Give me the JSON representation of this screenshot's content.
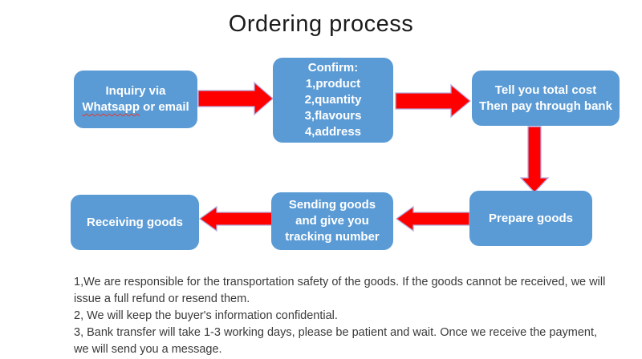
{
  "title": "Ordering process",
  "colors": {
    "box_fill": "#5b9bd5",
    "box_text": "#ffffff",
    "arrow_fill": "#fe0000",
    "arrow_outline": "#b3aade",
    "spellcheck_underline": "#e03a2f",
    "notes_text": "#3a3a3a"
  },
  "flow": {
    "inquiry": {
      "line1": "Inquiry via",
      "misspelled_word": "Whatsapp",
      "line2_rest": " or email"
    },
    "confirm": {
      "lines": [
        "Confirm:",
        "1,product",
        "2,quantity",
        "3,flavours",
        "4,address"
      ]
    },
    "total_cost": {
      "line1": "Tell you total cost",
      "line2": "Then pay through bank"
    },
    "prepare": {
      "label": "Prepare goods"
    },
    "sending": {
      "lines": [
        "Sending goods",
        "and give you",
        "tracking number"
      ]
    },
    "receiving": {
      "label": "Receiving goods"
    }
  },
  "notes": [
    "1,We are responsible for the transportation safety of the goods. If the goods cannot be received, we will issue a full refund or resend them.",
    "2, We will keep the buyer's information confidential.",
    "3, Bank transfer will take 1-3 working days, please be patient and wait. Once we receive the payment, we will send you a message."
  ]
}
